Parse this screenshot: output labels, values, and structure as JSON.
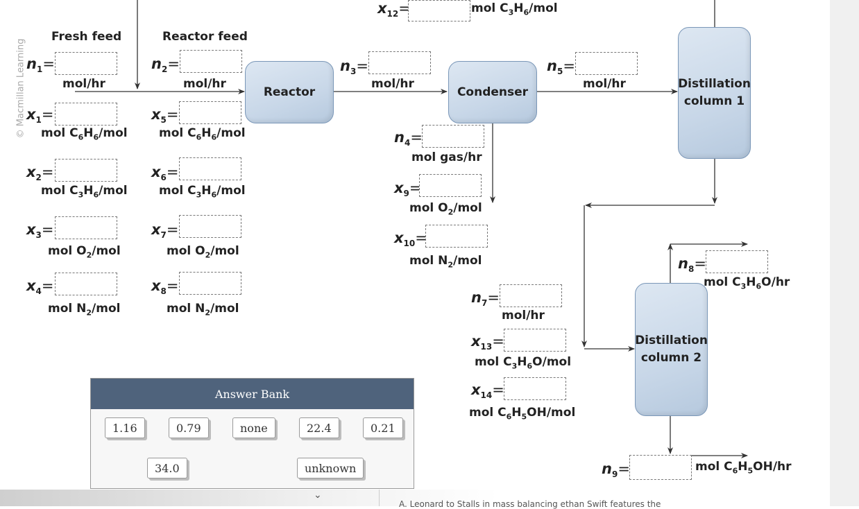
{
  "copyright": "© Macmillan Learning",
  "headers": {
    "fresh_feed": "Fresh feed",
    "reactor_feed": "Reactor feed"
  },
  "units": {
    "collected": []
  },
  "units_text": {
    "mol_hr": "mol/hr",
    "mol_gas_hr": "mol gas/hr"
  },
  "blocks": {
    "reactor": "Reactor",
    "condenser": "Condenser",
    "dist1_line1": "Distillation",
    "dist1_line2": "column 1",
    "dist2_line1": "Distillation",
    "dist2_line2": "column 2"
  },
  "answer_bank": {
    "title": "Answer Bank",
    "items": [
      "1.16",
      "0.79",
      "none",
      "22.4",
      "0.21",
      "34.0",
      "unknown"
    ]
  },
  "variables": {
    "n": "n",
    "x": "x",
    "eq": "="
  },
  "colors": {
    "block_fill": "#c8d7e8",
    "block_border": "#7a97b8",
    "bank_header": "#4f637c"
  },
  "footer": {
    "chevron": "⌄",
    "text": "A. Leonard to Stalls in mass balancing ethan Swift features the"
  }
}
